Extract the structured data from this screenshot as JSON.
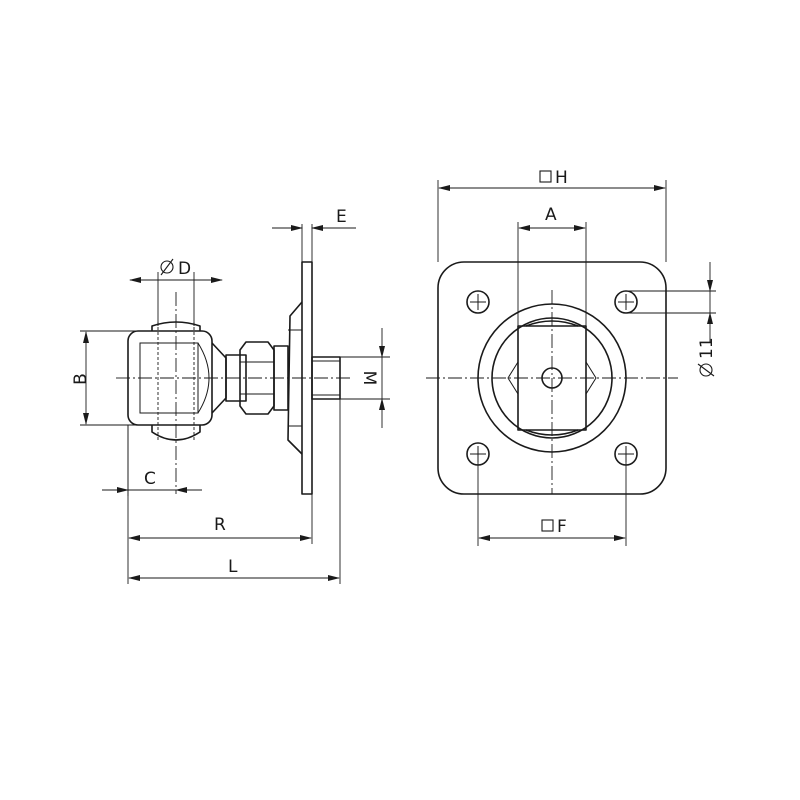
{
  "drawing": {
    "side_view": {
      "labels": {
        "dim_d": "D",
        "dim_b": "B",
        "dim_c": "C",
        "dim_e": "E",
        "dim_m": "M",
        "dim_r": "R",
        "dim_l": "L"
      }
    },
    "front_view": {
      "labels": {
        "dim_h": "H",
        "dim_a": "A",
        "dim_f": "F",
        "dim_hole": "11"
      }
    }
  }
}
